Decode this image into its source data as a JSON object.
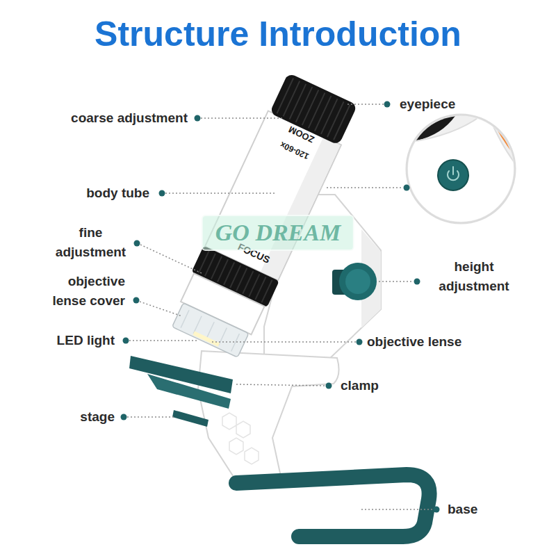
{
  "diagram": {
    "title": "Structure Introduction",
    "labels": [
      "coarse adjustment",
      "eyepiece",
      "body tube",
      "fine adjustment",
      "objective lense cover",
      "LED light",
      "height adjustment",
      "objective lense",
      "clamp",
      "stage",
      "base",
      "ZOOM",
      "120-60x",
      "FOCUS",
      "GO DREAM"
    ]
  }
}
